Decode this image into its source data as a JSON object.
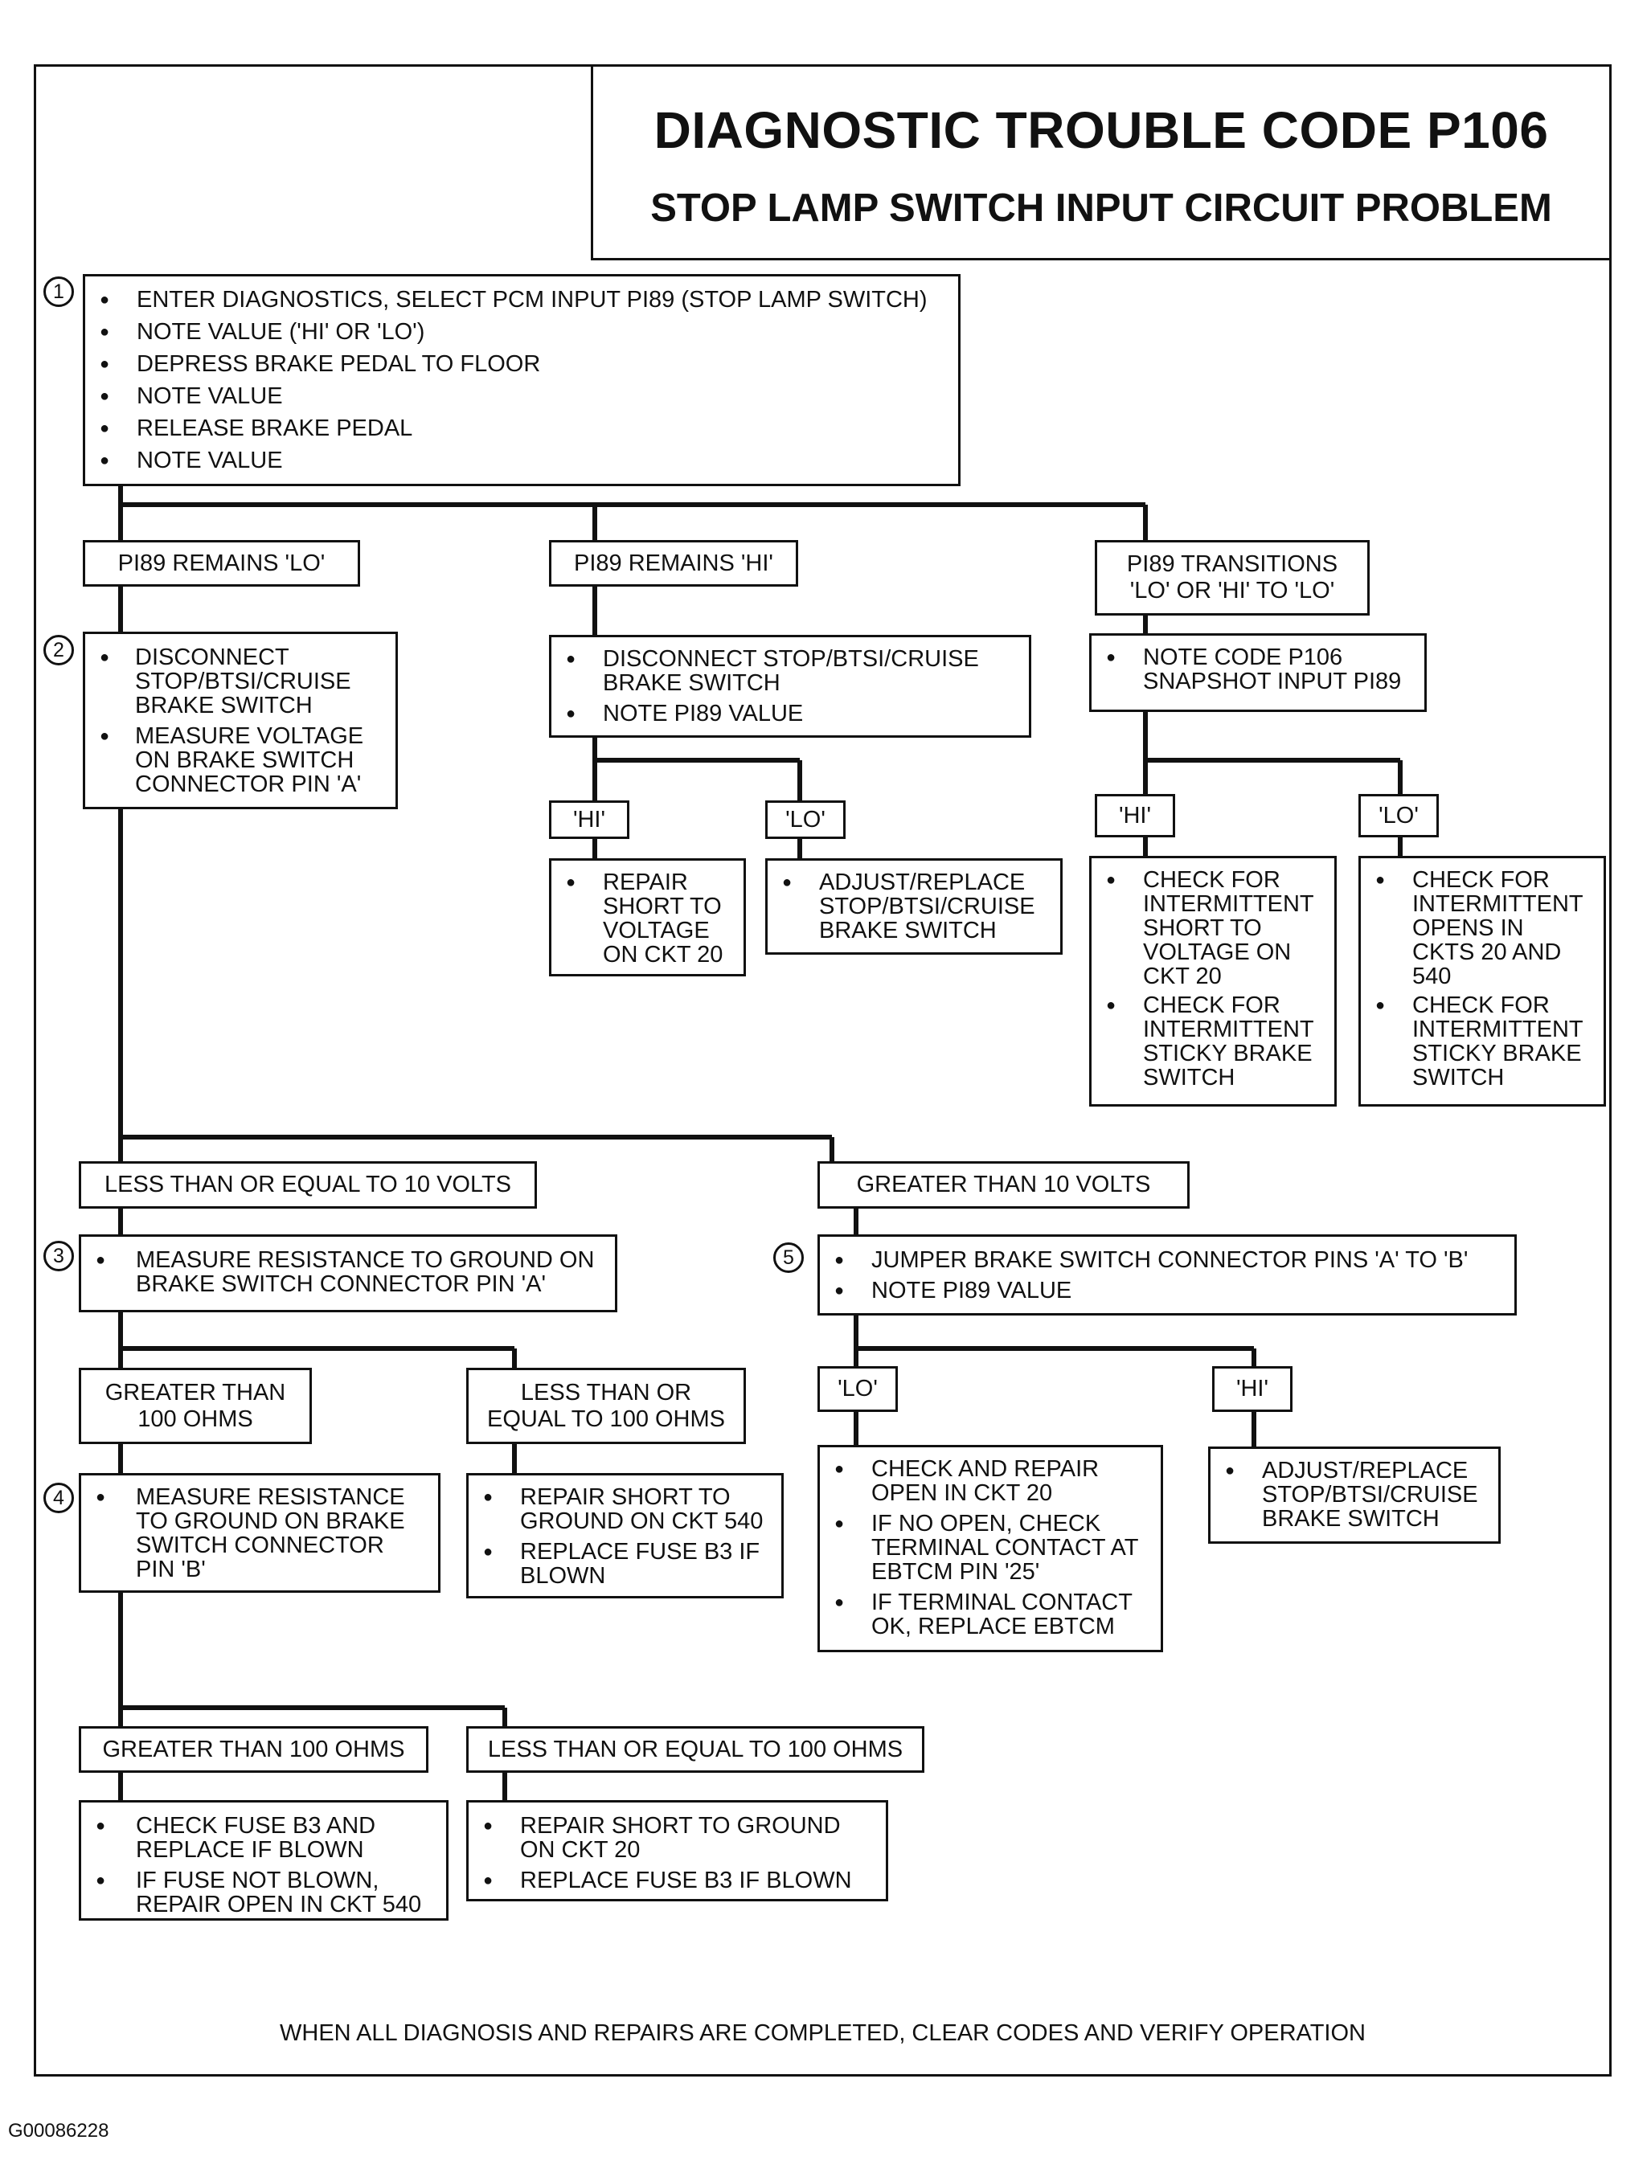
{
  "title": "DIAGNOSTIC TROUBLE CODE P106",
  "subtitle": "STOP LAMP SWITCH INPUT CIRCUIT PROBLEM",
  "steps": {
    "s1": {
      "number": "1",
      "items": [
        "ENTER DIAGNOSTICS, SELECT PCM INPUT PI89 (STOP LAMP SWITCH)",
        "NOTE VALUE ('HI' OR 'LO')",
        "DEPRESS BRAKE PEDAL TO FLOOR",
        "NOTE VALUE",
        "RELEASE BRAKE PEDAL",
        "NOTE VALUE"
      ]
    },
    "s2": {
      "number": "2",
      "items": [
        "DISCONNECT\nSTOP/BTSI/CRUISE\nBRAKE SWITCH",
        "MEASURE VOLTAGE\nON BRAKE SWITCH\nCONNECTOR PIN 'A'"
      ]
    },
    "s3": {
      "number": "3",
      "items": [
        "MEASURE RESISTANCE TO GROUND ON\nBRAKE SWITCH CONNECTOR PIN 'A'"
      ]
    },
    "s4": {
      "number": "4",
      "items": [
        "MEASURE RESISTANCE\nTO GROUND ON BRAKE\nSWITCH CONNECTOR\nPIN 'B'"
      ]
    },
    "s5": {
      "number": "5",
      "items": [
        "JUMPER BRAKE SWITCH CONNECTOR PINS 'A' TO 'B'",
        "NOTE PI89 VALUE"
      ]
    }
  },
  "conditions": {
    "remains_lo": "PI89 REMAINS 'LO'",
    "remains_hi": "PI89 REMAINS 'HI'",
    "transitions": "PI89 TRANSITIONS\n'LO' OR 'HI' TO 'LO'",
    "mid_hi": "'HI'",
    "mid_lo": "'LO'",
    "right_hi": "'HI'",
    "right_lo": "'LO'",
    "le_10v": "LESS THAN OR EQUAL TO 10 VOLTS",
    "gt_10v": "GREATER THAN 10 VOLTS",
    "s3_gt100": "GREATER THAN\n100 OHMS",
    "s3_le100": "LESS THAN OR\nEQUAL TO 100 OHMS",
    "s5_lo": "'LO'",
    "s5_hi": "'HI'",
    "s4_gt100": "GREATER THAN 100 OHMS",
    "s4_le100": "LESS THAN OR EQUAL TO 100 OHMS"
  },
  "actions": {
    "mid_disconnect": [
      "DISCONNECT STOP/BTSI/CRUISE\nBRAKE SWITCH",
      "NOTE PI89 VALUE"
    ],
    "right_note": [
      "NOTE CODE P106\nSNAPSHOT INPUT PI89"
    ],
    "mid_hi_repair": [
      "REPAIR\nSHORT TO\nVOLTAGE\nON CKT 20"
    ],
    "mid_lo_adjust": [
      "ADJUST/REPLACE\nSTOP/BTSI/CRUISE\nBRAKE SWITCH"
    ],
    "right_hi_check": [
      "CHECK FOR\nINTERMITTENT\nSHORT TO\nVOLTAGE ON\nCKT 20",
      "CHECK FOR\nINTERMITTENT\nSTICKY BRAKE\nSWITCH"
    ],
    "right_lo_check": [
      "CHECK FOR\nINTERMITTENT\nOPENS IN\nCKTS 20 AND\n540",
      "CHECK FOR\nINTERMITTENT\nSTICKY BRAKE\nSWITCH"
    ],
    "s3_le_repair": [
      "REPAIR SHORT TO\nGROUND ON CKT 540",
      "REPLACE FUSE B3 IF\nBLOWN"
    ],
    "s5_lo_repair": [
      "CHECK AND REPAIR\nOPEN IN CKT 20",
      "IF NO OPEN, CHECK\nTERMINAL CONTACT AT\nEBTCM PIN '25'",
      "IF TERMINAL CONTACT\nOK, REPLACE EBTCM"
    ],
    "s5_hi_adjust": [
      "ADJUST/REPLACE\nSTOP/BTSI/CRUISE\nBRAKE SWITCH"
    ],
    "s4_gt_check": [
      "CHECK FUSE B3 AND\nREPLACE IF BLOWN",
      "IF FUSE NOT BLOWN,\nREPAIR OPEN IN CKT 540"
    ],
    "s4_le_repair": [
      "REPAIR SHORT TO GROUND\nON CKT 20",
      "REPLACE FUSE B3 IF BLOWN"
    ]
  },
  "footer": "WHEN ALL DIAGNOSIS AND REPAIRS ARE COMPLETED, CLEAR CODES AND VERIFY OPERATION",
  "figure_code": "G00086228"
}
